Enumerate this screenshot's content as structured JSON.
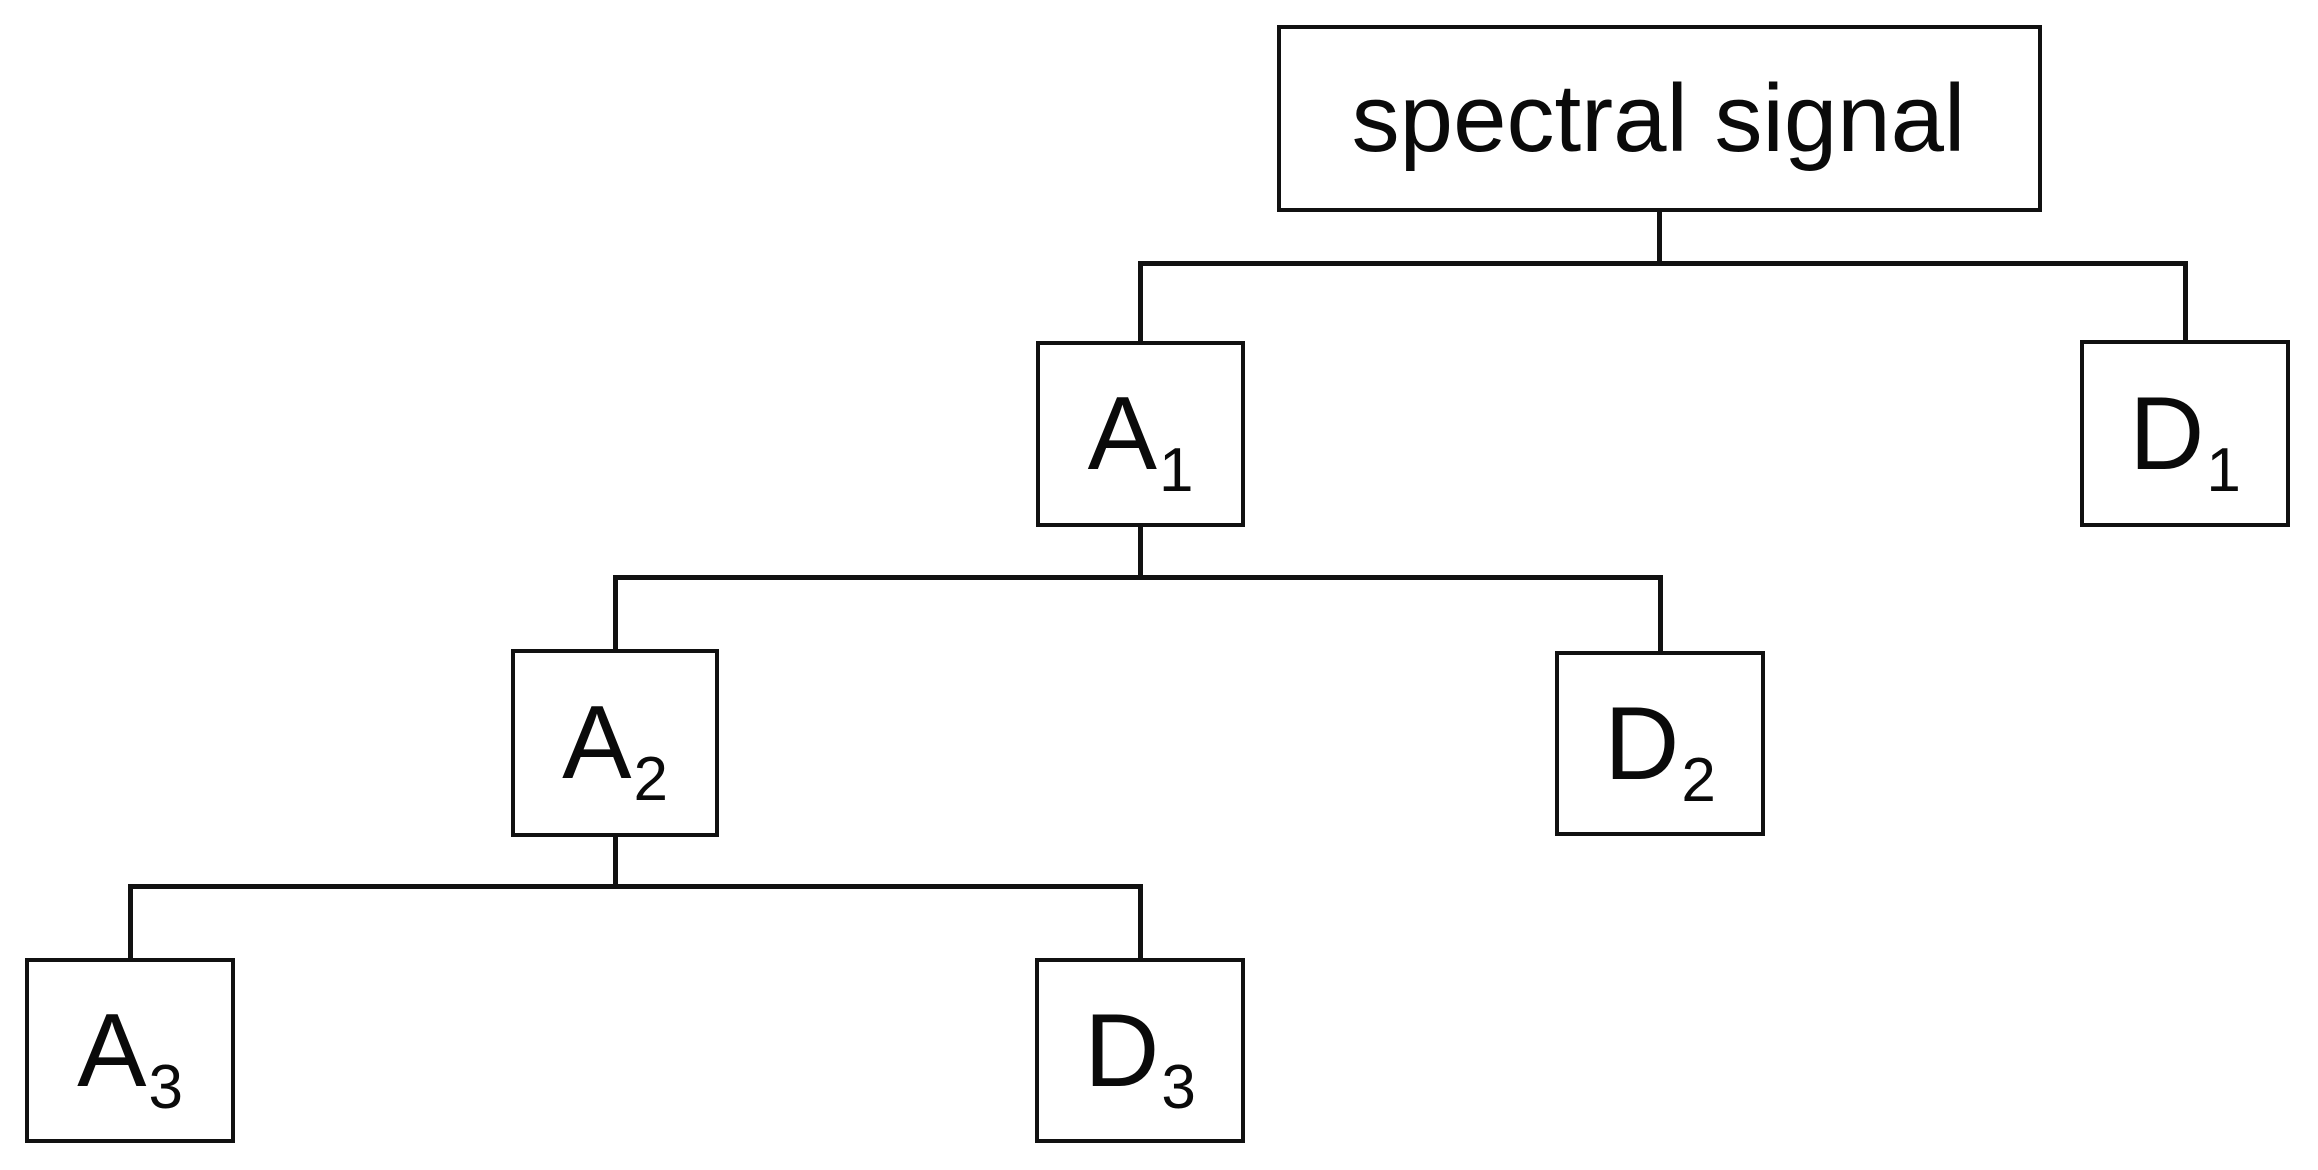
{
  "diagram": {
    "title": "wavelet-decomposition-tree",
    "background_color": "#ffffff",
    "line_color": "#111111",
    "text_color": "#0a0a0a",
    "nodes": [
      {
        "id": "root",
        "label": "spectral signal",
        "base": "spectral signal",
        "sub": "",
        "level": 0
      },
      {
        "id": "a1",
        "label": "A1",
        "base": "A",
        "sub": "1",
        "level": 1
      },
      {
        "id": "d1",
        "label": "D1",
        "base": "D",
        "sub": "1",
        "level": 1
      },
      {
        "id": "a2",
        "label": "A2",
        "base": "A",
        "sub": "2",
        "level": 2
      },
      {
        "id": "d2",
        "label": "D2",
        "base": "D",
        "sub": "2",
        "level": 2
      },
      {
        "id": "a3",
        "label": "A3",
        "base": "A",
        "sub": "3",
        "level": 3
      },
      {
        "id": "d3",
        "label": "D3",
        "base": "D",
        "sub": "3",
        "level": 3
      }
    ],
    "edges": [
      {
        "from": "root",
        "to": "a1"
      },
      {
        "from": "root",
        "to": "d1"
      },
      {
        "from": "a1",
        "to": "a2"
      },
      {
        "from": "a1",
        "to": "d2"
      },
      {
        "from": "a2",
        "to": "a3"
      },
      {
        "from": "a2",
        "to": "d3"
      }
    ]
  }
}
